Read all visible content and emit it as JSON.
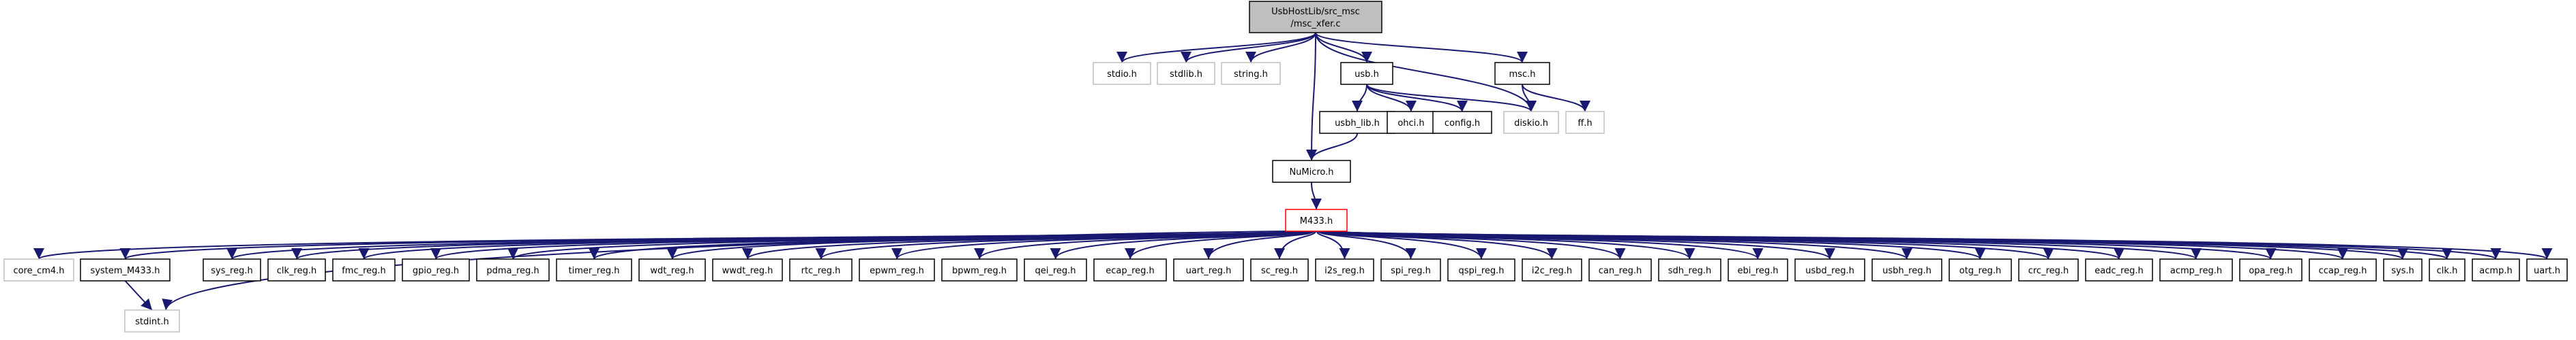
{
  "graph": {
    "root": {
      "line1": "UsbHostLib/src_msc",
      "line2": "/msc_xfer.c"
    },
    "nodes": [
      {
        "id": "stdio",
        "label": "stdio.h",
        "style": "missing"
      },
      {
        "id": "stdlib",
        "label": "stdlib.h",
        "style": "missing"
      },
      {
        "id": "string",
        "label": "string.h",
        "style": "missing"
      },
      {
        "id": "usb",
        "label": "usb.h",
        "style": "normal"
      },
      {
        "id": "msc",
        "label": "msc.h",
        "style": "normal"
      },
      {
        "id": "usbh_lib",
        "label": "usbh_lib.h",
        "style": "normal"
      },
      {
        "id": "ohci",
        "label": "ohci.h",
        "style": "normal"
      },
      {
        "id": "config",
        "label": "config.h",
        "style": "normal"
      },
      {
        "id": "diskio",
        "label": "diskio.h",
        "style": "missing"
      },
      {
        "id": "ff",
        "label": "ff.h",
        "style": "missing"
      },
      {
        "id": "numicro",
        "label": "NuMicro.h",
        "style": "normal"
      },
      {
        "id": "m433",
        "label": "M433.h",
        "style": "red"
      },
      {
        "id": "core_cm4",
        "label": "core_cm4.h",
        "style": "missing"
      },
      {
        "id": "system_m433",
        "label": "system_M433.h",
        "style": "normal"
      },
      {
        "id": "stdint",
        "label": "stdint.h",
        "style": "missing"
      },
      {
        "id": "sys_reg",
        "label": "sys_reg.h",
        "style": "normal"
      },
      {
        "id": "clk_reg",
        "label": "clk_reg.h",
        "style": "normal"
      },
      {
        "id": "fmc_reg",
        "label": "fmc_reg.h",
        "style": "normal"
      },
      {
        "id": "gpio_reg",
        "label": "gpio_reg.h",
        "style": "normal"
      },
      {
        "id": "pdma_reg",
        "label": "pdma_reg.h",
        "style": "normal"
      },
      {
        "id": "timer_reg",
        "label": "timer_reg.h",
        "style": "normal"
      },
      {
        "id": "wdt_reg",
        "label": "wdt_reg.h",
        "style": "normal"
      },
      {
        "id": "wwdt_reg",
        "label": "wwdt_reg.h",
        "style": "normal"
      },
      {
        "id": "rtc_reg",
        "label": "rtc_reg.h",
        "style": "normal"
      },
      {
        "id": "epwm_reg",
        "label": "epwm_reg.h",
        "style": "normal"
      },
      {
        "id": "bpwm_reg",
        "label": "bpwm_reg.h",
        "style": "normal"
      },
      {
        "id": "qei_reg",
        "label": "qei_reg.h",
        "style": "normal"
      },
      {
        "id": "ecap_reg",
        "label": "ecap_reg.h",
        "style": "normal"
      },
      {
        "id": "uart_reg",
        "label": "uart_reg.h",
        "style": "normal"
      },
      {
        "id": "sc_reg",
        "label": "sc_reg.h",
        "style": "normal"
      },
      {
        "id": "i2s_reg",
        "label": "i2s_reg.h",
        "style": "normal"
      },
      {
        "id": "spi_reg",
        "label": "spi_reg.h",
        "style": "normal"
      },
      {
        "id": "qspi_reg",
        "label": "qspi_reg.h",
        "style": "normal"
      },
      {
        "id": "i2c_reg",
        "label": "i2c_reg.h",
        "style": "normal"
      },
      {
        "id": "can_reg",
        "label": "can_reg.h",
        "style": "normal"
      },
      {
        "id": "sdh_reg",
        "label": "sdh_reg.h",
        "style": "normal"
      },
      {
        "id": "ebi_reg",
        "label": "ebi_reg.h",
        "style": "normal"
      },
      {
        "id": "usbd_reg",
        "label": "usbd_reg.h",
        "style": "normal"
      },
      {
        "id": "usbh_reg",
        "label": "usbh_reg.h",
        "style": "normal"
      },
      {
        "id": "otg_reg",
        "label": "otg_reg.h",
        "style": "normal"
      },
      {
        "id": "crc_reg",
        "label": "crc_reg.h",
        "style": "normal"
      },
      {
        "id": "eadc_reg",
        "label": "eadc_reg.h",
        "style": "normal"
      },
      {
        "id": "acmp_reg",
        "label": "acmp_reg.h",
        "style": "normal"
      },
      {
        "id": "opa_reg",
        "label": "opa_reg.h",
        "style": "normal"
      },
      {
        "id": "ccap_reg",
        "label": "ccap_reg.h",
        "style": "normal"
      },
      {
        "id": "sys",
        "label": "sys.h",
        "style": "normal"
      },
      {
        "id": "clk",
        "label": "clk.h",
        "style": "normal"
      },
      {
        "id": "acmp",
        "label": "acmp.h",
        "style": "normal"
      },
      {
        "id": "uart",
        "label": "uart.h",
        "style": "normal"
      }
    ],
    "edges": [
      [
        "root",
        "stdio"
      ],
      [
        "root",
        "stdlib"
      ],
      [
        "root",
        "string"
      ],
      [
        "root",
        "usb"
      ],
      [
        "root",
        "msc"
      ],
      [
        "root",
        "diskio"
      ],
      [
        "root",
        "numicro"
      ],
      [
        "usb",
        "usbh_lib"
      ],
      [
        "usb",
        "ohci"
      ],
      [
        "usb",
        "config"
      ],
      [
        "usb",
        "diskio"
      ],
      [
        "msc",
        "diskio"
      ],
      [
        "msc",
        "ff"
      ],
      [
        "usbh_lib",
        "numicro"
      ],
      [
        "numicro",
        "m433"
      ],
      [
        "m433",
        "core_cm4"
      ],
      [
        "m433",
        "system_m433"
      ],
      [
        "m433",
        "stdint"
      ],
      [
        "m433",
        "sys_reg"
      ],
      [
        "m433",
        "clk_reg"
      ],
      [
        "m433",
        "fmc_reg"
      ],
      [
        "m433",
        "gpio_reg"
      ],
      [
        "m433",
        "pdma_reg"
      ],
      [
        "m433",
        "timer_reg"
      ],
      [
        "m433",
        "wdt_reg"
      ],
      [
        "m433",
        "wwdt_reg"
      ],
      [
        "m433",
        "rtc_reg"
      ],
      [
        "m433",
        "epwm_reg"
      ],
      [
        "m433",
        "bpwm_reg"
      ],
      [
        "m433",
        "qei_reg"
      ],
      [
        "m433",
        "ecap_reg"
      ],
      [
        "m433",
        "uart_reg"
      ],
      [
        "m433",
        "sc_reg"
      ],
      [
        "m433",
        "i2s_reg"
      ],
      [
        "m433",
        "spi_reg"
      ],
      [
        "m433",
        "qspi_reg"
      ],
      [
        "m433",
        "i2c_reg"
      ],
      [
        "m433",
        "can_reg"
      ],
      [
        "m433",
        "sdh_reg"
      ],
      [
        "m433",
        "ebi_reg"
      ],
      [
        "m433",
        "usbd_reg"
      ],
      [
        "m433",
        "usbh_reg"
      ],
      [
        "m433",
        "otg_reg"
      ],
      [
        "m433",
        "crc_reg"
      ],
      [
        "m433",
        "eadc_reg"
      ],
      [
        "m433",
        "acmp_reg"
      ],
      [
        "m433",
        "opa_reg"
      ],
      [
        "m433",
        "ccap_reg"
      ],
      [
        "m433",
        "sys"
      ],
      [
        "m433",
        "clk"
      ],
      [
        "m433",
        "acmp"
      ],
      [
        "m433",
        "uart"
      ],
      [
        "system_m433",
        "stdint"
      ]
    ]
  },
  "colors": {
    "edge": "#191970",
    "root_fill": "#bfbfbf",
    "missing_border": "#bfbfbf",
    "highlight_border": "#ff0000",
    "node_border": "#000000"
  }
}
